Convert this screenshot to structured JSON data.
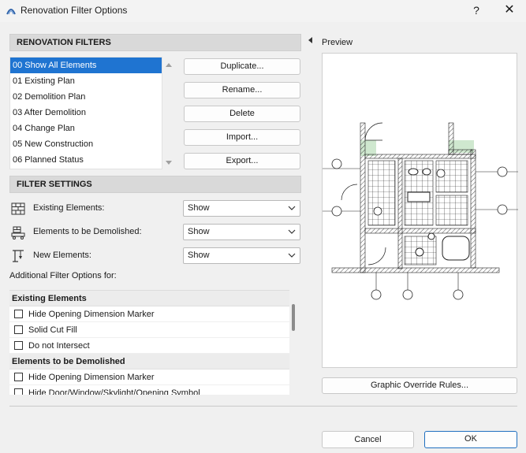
{
  "window": {
    "title": "Renovation Filter Options",
    "help_glyph": "?",
    "close_glyph": "✕"
  },
  "filters": {
    "header": "RENOVATION FILTERS",
    "items": [
      {
        "label": "00 Show All Elements",
        "selected": true
      },
      {
        "label": "01 Existing Plan"
      },
      {
        "label": "02 Demolition Plan"
      },
      {
        "label": "03 After Demolition"
      },
      {
        "label": "04 Change Plan"
      },
      {
        "label": "05 New Construction"
      },
      {
        "label": "06 Planned Status"
      }
    ],
    "buttons": {
      "duplicate": "Duplicate...",
      "rename": "Rename...",
      "delete": "Delete",
      "import": "Import...",
      "export": "Export..."
    }
  },
  "settings": {
    "header": "FILTER SETTINGS",
    "rows": [
      {
        "label": "Existing Elements:",
        "value": "Show",
        "icon": "existing-wall-icon"
      },
      {
        "label": "Elements to be Demolished:",
        "value": "Show",
        "icon": "demolish-icon"
      },
      {
        "label": "New Elements:",
        "value": "Show",
        "icon": "new-element-icon"
      }
    ],
    "additional_label": "Additional Filter Options for:"
  },
  "options": {
    "groups": [
      {
        "title": "Existing Elements",
        "items": [
          "Hide Opening Dimension Marker",
          "Solid Cut Fill",
          "Do not Intersect"
        ]
      },
      {
        "title": "Elements to be Demolished",
        "items": [
          "Hide Opening Dimension Marker",
          "Hide Door/Window/Skylight/Opening Symbol"
        ]
      }
    ]
  },
  "preview": {
    "label": "Preview",
    "override_button": "Graphic Override Rules..."
  },
  "footer": {
    "cancel": "Cancel",
    "ok": "OK"
  },
  "colors": {
    "selection": "#1f74d1",
    "primary_border": "#1f6fbf",
    "section_header": "#d9d9d9"
  }
}
